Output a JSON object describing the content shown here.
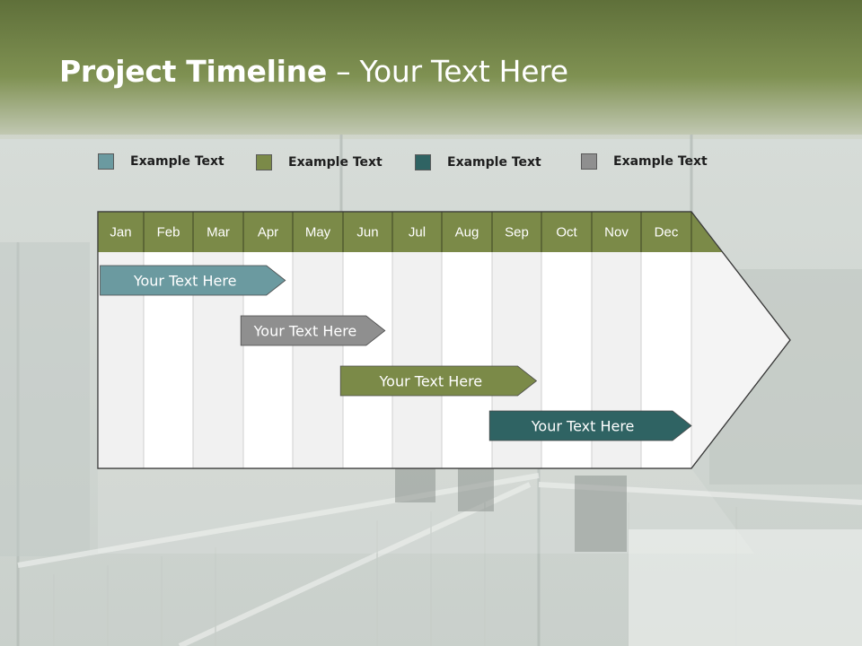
{
  "slide": {
    "title_bold": "Project Timeline",
    "title_rest": " – Your Text Here"
  },
  "colors": {
    "header": "#7b8a48",
    "teal": "#6b9aa0",
    "olive": "#7b8a48",
    "dark_teal": "#2f6363",
    "gray": "#8f8f8f"
  },
  "legend": [
    {
      "label": "Example Text",
      "color": "#6b9aa0"
    },
    {
      "label": "Example Text",
      "color": "#7b8a48"
    },
    {
      "label": "Example Text",
      "color": "#2f6363"
    },
    {
      "label": "Example Text",
      "color": "#8f8f8f"
    }
  ],
  "chart_data": {
    "type": "gantt",
    "months": [
      "Jan",
      "Feb",
      "Mar",
      "Apr",
      "May",
      "Jun",
      "Jul",
      "Aug",
      "Sep",
      "Oct",
      "Nov",
      "Dec"
    ],
    "tasks": [
      {
        "label": "Your  Text Here",
        "start": 0.05,
        "end": 3.85,
        "color": "#6b9aa0"
      },
      {
        "label": "Your  Text Here",
        "start": 2.95,
        "end": 5.85,
        "color": "#8f8f8f"
      },
      {
        "label": "Your  Text Here",
        "start": 4.95,
        "end": 8.9,
        "color": "#7b8a48"
      },
      {
        "label": "Your  Text Here",
        "start": 7.95,
        "end": 12.0,
        "color": "#2f6363"
      }
    ]
  }
}
